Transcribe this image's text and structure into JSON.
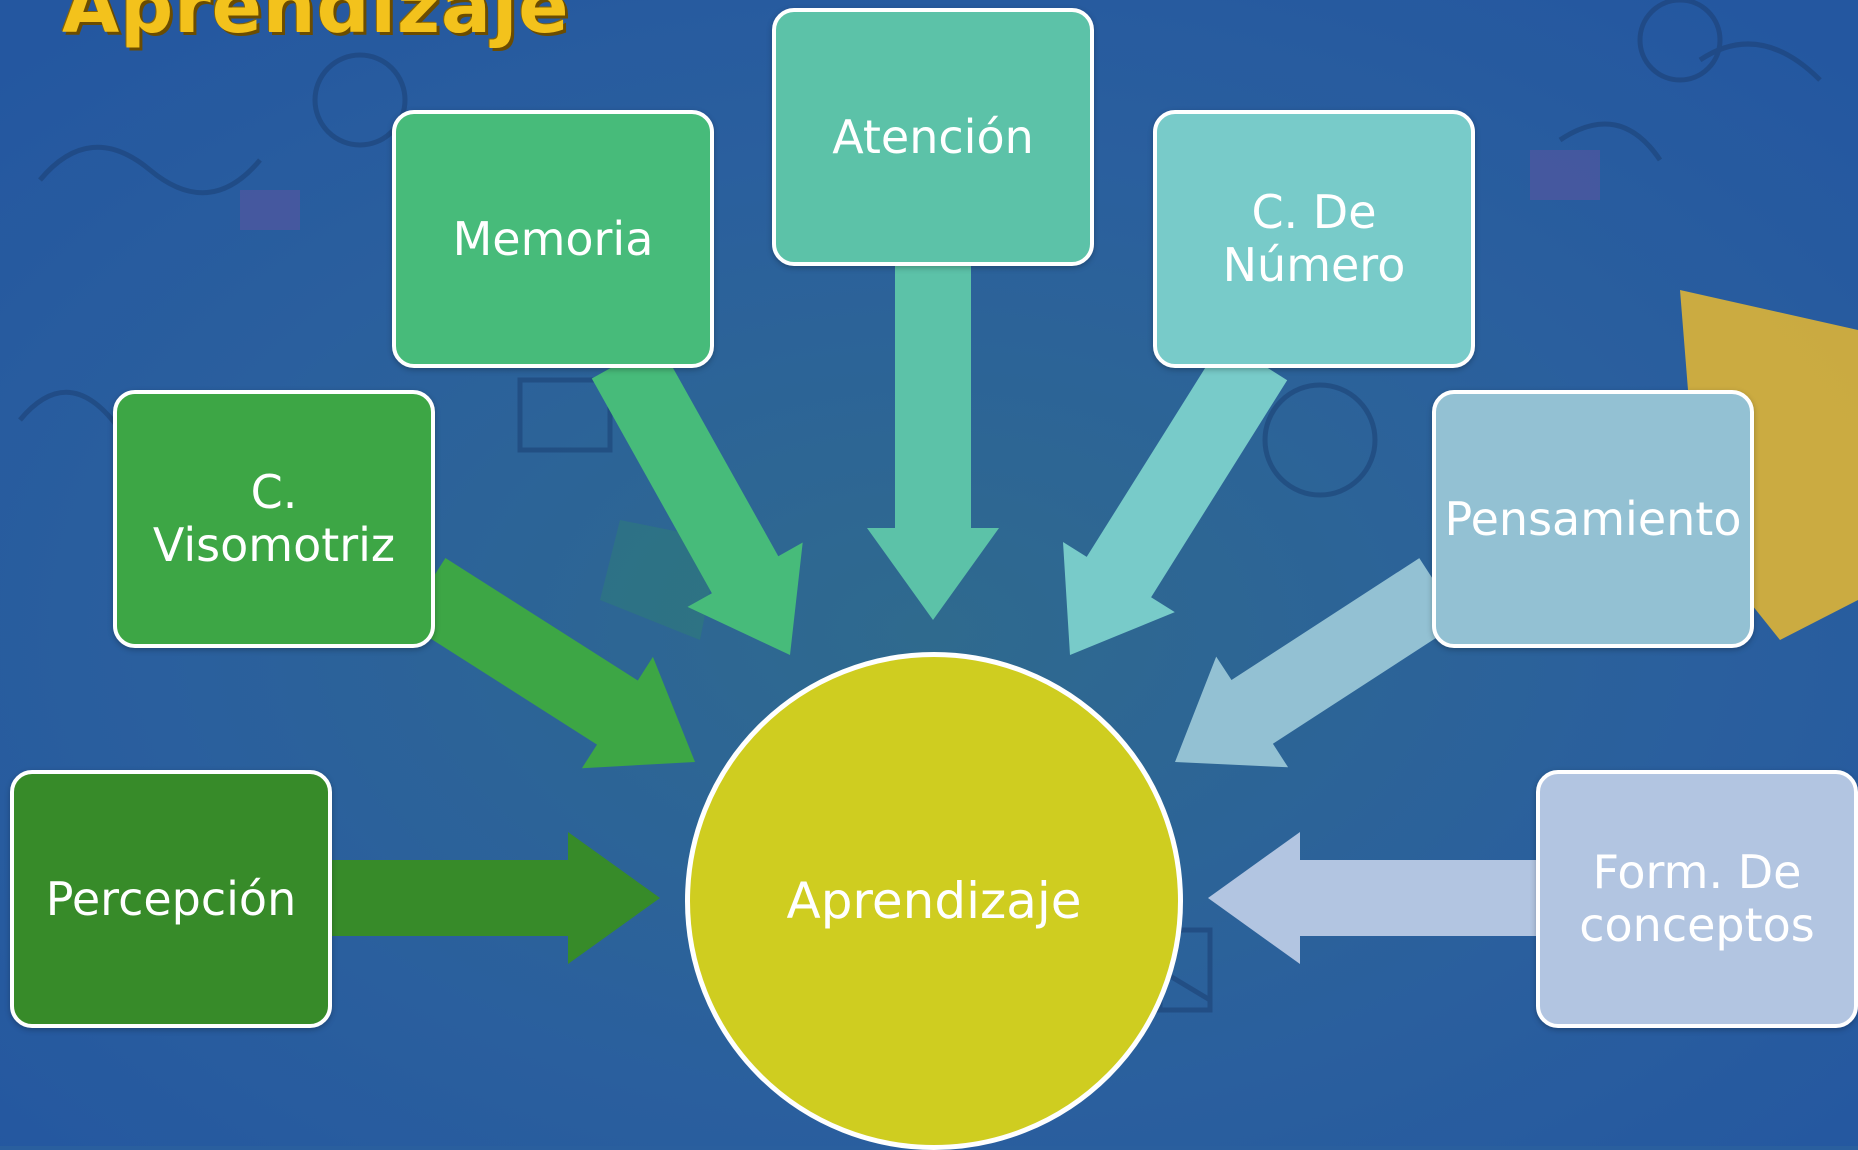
{
  "title": "Aprendizaje",
  "center": {
    "label": "Aprendizaje",
    "color": "#cfcd20"
  },
  "nodes": [
    {
      "id": "percepcion",
      "label": "Percepción",
      "color": "#378b29"
    },
    {
      "id": "visomotriz",
      "label": "C.\nVisomotriz",
      "color": "#3da645"
    },
    {
      "id": "memoria",
      "label": "Memoria",
      "color": "#47bb7a"
    },
    {
      "id": "atencion",
      "label": "Atención",
      "color": "#5cc2a8"
    },
    {
      "id": "numero",
      "label": "C. De\nNúmero",
      "color": "#78cbc9"
    },
    {
      "id": "pensamiento",
      "label": "Pensamiento",
      "color": "#93c1d3"
    },
    {
      "id": "conceptos",
      "label": "Form. De\nconceptos",
      "color": "#b2c5e1"
    }
  ],
  "colors": {
    "background": "#2a5f9e",
    "title": "#f3c21c"
  }
}
